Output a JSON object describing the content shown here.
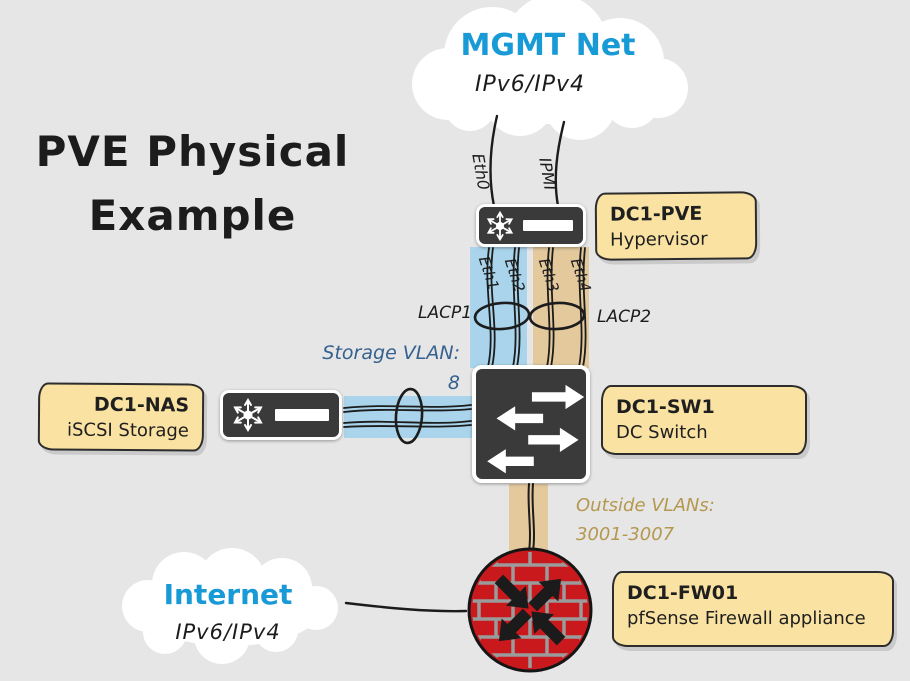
{
  "title": {
    "line1": "PVE Physical",
    "line2": "Example"
  },
  "clouds": {
    "mgmt": {
      "title": "MGMT Net",
      "subtitle": "IPv6/IPv4"
    },
    "internet": {
      "title": "Internet",
      "subtitle": "IPv6/IPv4"
    }
  },
  "notes": {
    "hypervisor": {
      "title": "DC1-PVE",
      "subtitle": "Hypervisor"
    },
    "switch": {
      "title": "DC1-SW1",
      "subtitle": "DC Switch"
    },
    "nas": {
      "title": "DC1-NAS",
      "subtitle": "iSCSI Storage"
    },
    "firewall": {
      "title": "DC1-FW01",
      "subtitle": "pfSense Firewall appliance"
    }
  },
  "links": {
    "eth0": "Eth0",
    "ipmi": "IPMI",
    "eth1": "Eth1",
    "eth2": "Eth2",
    "eth3": "Eth3",
    "eth4": "Eth4",
    "lacp1": "LACP1",
    "lacp2": "LACP2",
    "storage_vlan": {
      "label": "Storage VLAN:",
      "value": "8"
    },
    "outside_vlans": {
      "label": "Outside VLANs:",
      "value": "3001-3007"
    }
  },
  "colors": {
    "background": "#e6e6e6",
    "cloud_title": "#189ad6",
    "storage_vlan_text": "#35618e",
    "outside_vlans_text": "#b5974f",
    "sticky_note": "#f9e2a2",
    "device_box": "#3a3a3a",
    "storage_link_band": "#a9d4eb",
    "outside_link_band": "#e3c99c",
    "firewall_brick": "#c9191d"
  }
}
